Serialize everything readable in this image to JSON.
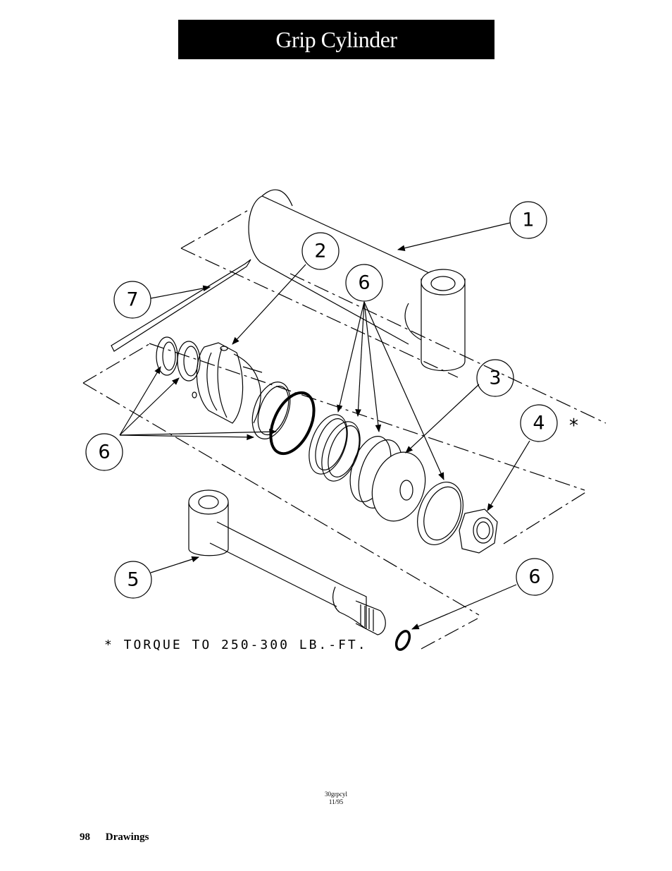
{
  "page": {
    "title": "Grip Cylinder",
    "page_number": "98",
    "section": "Drawings"
  },
  "drawing": {
    "code": "30grpcyl",
    "date": "11/95",
    "note": "* TORQUE TO 250-300 LB.-FT.",
    "asterisk": "*",
    "callouts": [
      "1",
      "2",
      "3",
      "4",
      "5",
      "6",
      "7"
    ]
  }
}
